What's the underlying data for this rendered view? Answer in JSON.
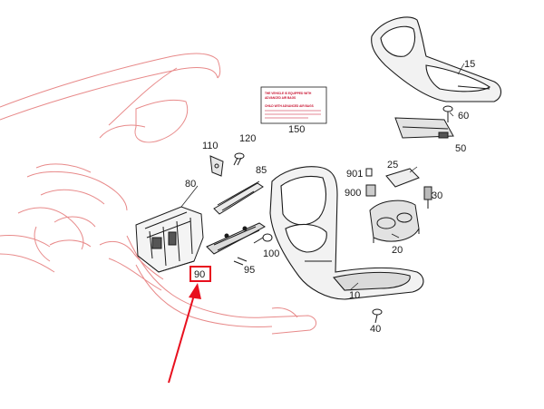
{
  "part_numbers": {
    "p15": "15",
    "p60": "60",
    "p50": "50",
    "p150": "150",
    "p110": "110",
    "p120": "120",
    "p85": "85",
    "p80": "80",
    "p901": "901",
    "p25": "25",
    "p900": "900",
    "p30": "30",
    "p20": "20",
    "p100": "100",
    "p95": "95",
    "p90": "90",
    "p10": "10",
    "p40": "40"
  },
  "warning_label": {
    "line1": "THE VEHICLE IS EQUIPPED WITH",
    "line2": "ADVANCED AIR BAGS",
    "line3": "CHILD WITH ADVANCED AIR BAGS"
  },
  "colors": {
    "dashboard_outline": "#e88a8a",
    "part_outline": "#1a1a1a",
    "highlight": "#e8101e"
  },
  "highlighted_part": "90"
}
